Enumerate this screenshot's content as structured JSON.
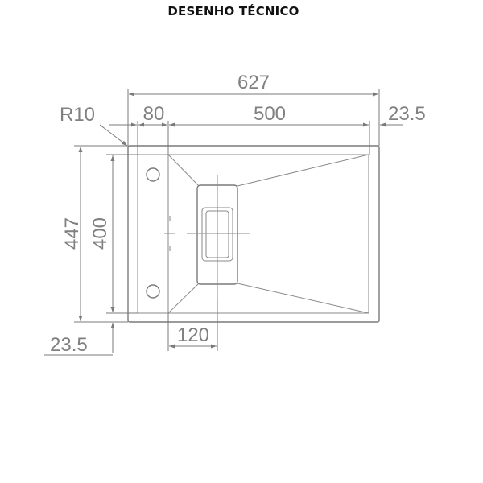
{
  "title": "DESENHO TÉCNICO",
  "dimensions": {
    "overall_width": "627",
    "drainboard_width": "80",
    "basin_width": "500",
    "right_margin": "23.5",
    "corner_radius": "R10",
    "overall_depth": "447",
    "inner_depth": "400",
    "bottom_margin": "23.5",
    "drain_width": "120"
  },
  "colors": {
    "line": "#7a7a7a",
    "label": "#808080",
    "title": "#111111"
  }
}
